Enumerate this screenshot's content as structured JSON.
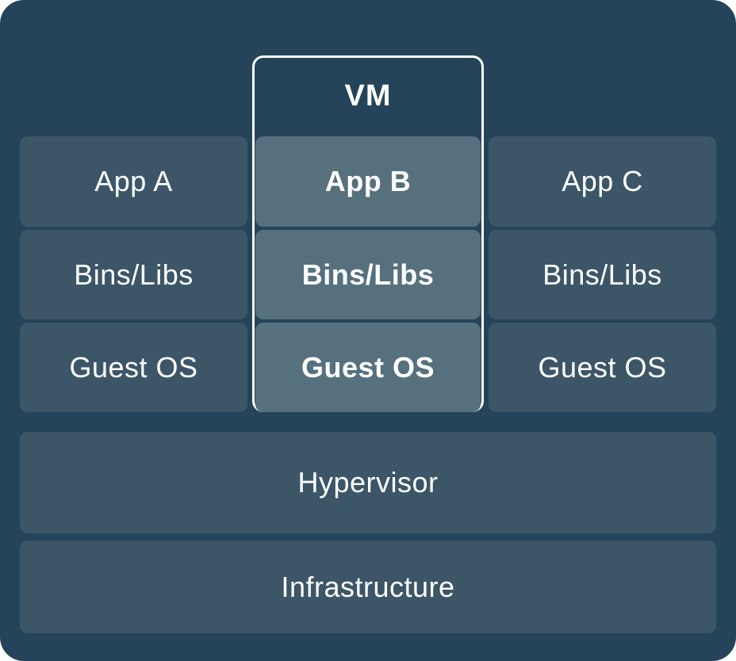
{
  "vm_group": {
    "label": "VM"
  },
  "columns": [
    {
      "id": "stack-a",
      "highlighted": false,
      "cells": [
        "App A",
        "Bins/Libs",
        "Guest OS"
      ]
    },
    {
      "id": "stack-b-vm",
      "highlighted": true,
      "cells": [
        "App B",
        "Bins/Libs",
        "Guest OS"
      ]
    },
    {
      "id": "stack-c",
      "highlighted": false,
      "cells": [
        "App C",
        "Bins/Libs",
        "Guest OS"
      ]
    }
  ],
  "layers": [
    {
      "label": "Hypervisor"
    },
    {
      "label": "Infrastructure"
    }
  ],
  "colors": {
    "background": "#254459",
    "box": "#3C5668",
    "highlight_box": "#56707E",
    "vm_border": "#FFFFFF",
    "text": "#FFFFFF"
  }
}
